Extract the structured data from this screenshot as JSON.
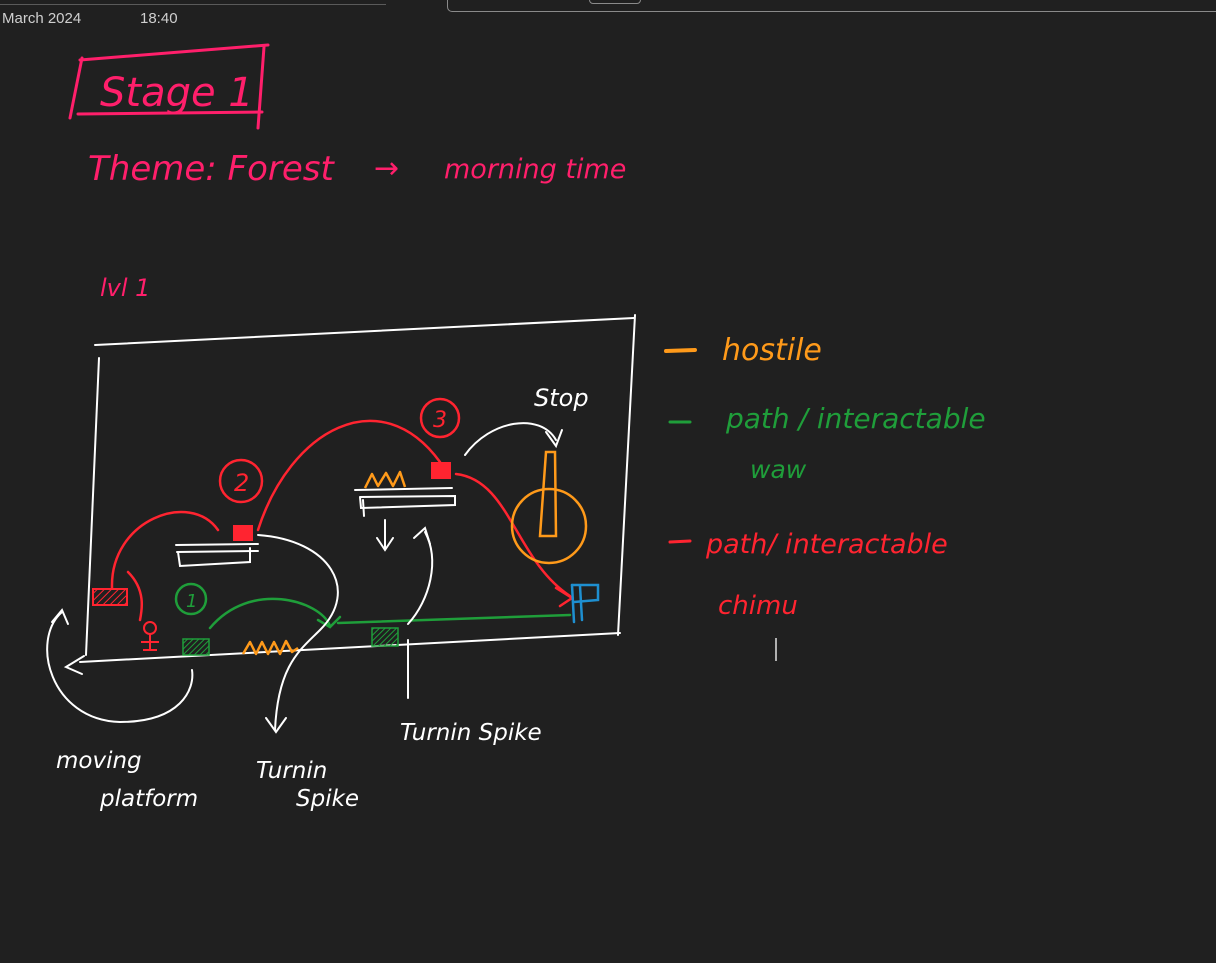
{
  "header": {
    "date": "March 2024",
    "time": "18:40"
  },
  "notes": {
    "stage_title": "Stage 1",
    "theme_line": "Theme: Forest",
    "theme_arrow": "→",
    "theme_time": "morning time",
    "level": "lvl 1"
  },
  "map_labels": {
    "stop": "Stop",
    "marker_1": "1",
    "marker_2": "2",
    "marker_3": "3",
    "moving_platform": "moving",
    "moving_platform_2": "platform",
    "turning_spike_a_1": "Turnin",
    "turning_spike_a_2": "Spike",
    "turning_spike_b": "Turnin Spike"
  },
  "legend": {
    "hostile": "hostile",
    "path_green": "path / interactable",
    "path_green_owner": "waw",
    "path_red": "path/ interactable",
    "path_red_owner": "chimu"
  },
  "colors": {
    "pink": "#ff1f6b",
    "orange": "#ff9a1a",
    "green": "#1f9e3a",
    "red": "#ff2430",
    "white": "#ffffff",
    "blue": "#1e8fd0",
    "background": "#202020"
  }
}
